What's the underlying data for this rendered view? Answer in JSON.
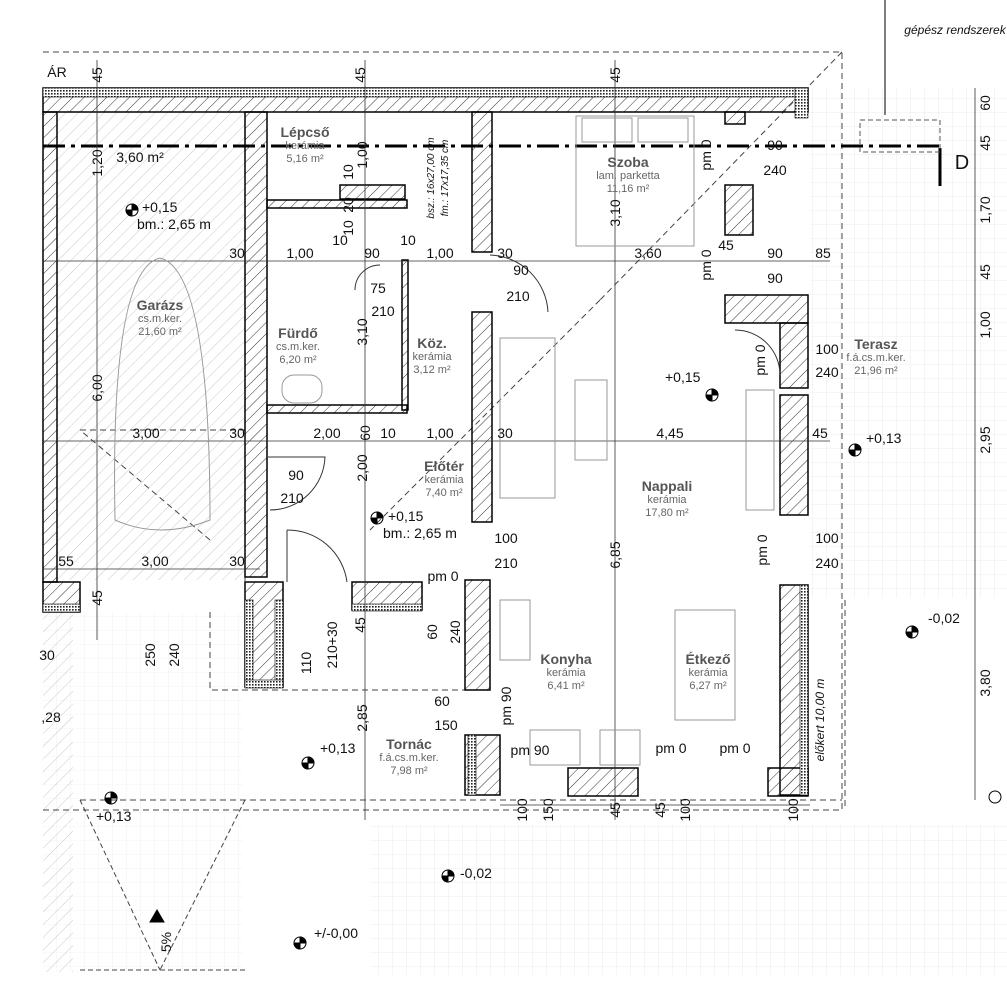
{
  "title_fragments": {
    "storage": "ÁR",
    "mechanical_note": "gépész rendszerek",
    "section_marker": "D"
  },
  "garage_loft_area": "3,60 m²",
  "rooms": [
    {
      "name": "Lépcső",
      "floor": "kerámia",
      "area": "5,16 m²"
    },
    {
      "name": "Szoba",
      "floor": "lam. parketta",
      "area": "11,16 m²"
    },
    {
      "name": "Garázs",
      "floor": "cs.m.ker.",
      "area": "21,60 m²"
    },
    {
      "name": "Fürdő",
      "floor": "cs.m.ker.",
      "area": "6,20 m²"
    },
    {
      "name": "Köz.",
      "floor": "kerámia",
      "area": "3,12 m²"
    },
    {
      "name": "Terasz",
      "floor": "f.á.cs.m.ker.",
      "area": "21,96 m²"
    },
    {
      "name": "Nappali",
      "floor": "kerámia",
      "area": "17,80 m²"
    },
    {
      "name": "Előtér",
      "floor": "kerámia",
      "area": "7,40 m²"
    },
    {
      "name": "Konyha",
      "floor": "kerámia",
      "area": "6,41 m²"
    },
    {
      "name": "Étkező",
      "floor": "kerámia",
      "area": "6,27 m²"
    },
    {
      "name": "Tornác",
      "floor": "f.á.cs.m.ker.",
      "area": "7,98 m²"
    }
  ],
  "levels": [
    {
      "value": "+0,15",
      "note": "bm.: 2,65 m"
    },
    {
      "value": "+0,15",
      "note": "bm.: 2,65 m"
    },
    {
      "value": "+0,15"
    },
    {
      "value": "+0,13"
    },
    {
      "value": "+0,13"
    },
    {
      "value": "+0,13"
    },
    {
      "value": "-0,02"
    },
    {
      "value": "-0,02"
    },
    {
      "value": "+/-0,00"
    }
  ],
  "slope": "5%",
  "stair_note": {
    "line1": "bsz.: 16x27,00 cm",
    "line2": "fm.: 17x17,35 cm"
  },
  "front_garden": "előkert 10,00 m",
  "dims_h": [
    "30",
    "1,00",
    "90",
    "1,00",
    "30",
    "3,60",
    "45",
    "90",
    "85",
    "3,00",
    "30",
    "2,00",
    "10",
    "1,00",
    "30",
    "4,45",
    "45",
    "55",
    "3,00",
    "30",
    "10",
    "10",
    "90",
    "240",
    "90",
    "240"
  ],
  "dims_v": [
    "45",
    "45",
    "45",
    "1,20",
    "6,00",
    "45",
    "250",
    "240",
    "3,10",
    "3,10",
    "2,00",
    "60",
    "45",
    "210+30",
    "110",
    "60",
    "240",
    "2,85",
    "6,85",
    "1,00",
    "10",
    "20",
    "10",
    "60",
    "45",
    "1,70",
    "45",
    "1,00",
    "2,95",
    "3,80",
    "100",
    "150",
    "45",
    "45",
    "100",
    "100"
  ],
  "doors": [
    {
      "w": "90",
      "h": "210"
    },
    {
      "w": "75",
      "h": "210"
    },
    {
      "w": "90",
      "h": "210"
    },
    {
      "w": "100",
      "h": "210"
    },
    {
      "w": "100",
      "h": "240"
    },
    {
      "w": "100",
      "h": "240"
    },
    {
      "w": "60",
      "h": "150"
    }
  ],
  "sill_labels": [
    "pm 0",
    "pm 0",
    "pm 0",
    "pm 0",
    "pm 0",
    "pm 90",
    "pm 90",
    "pm 0",
    "pm 0"
  ],
  "left_fragments": [
    "30",
    ",28"
  ]
}
